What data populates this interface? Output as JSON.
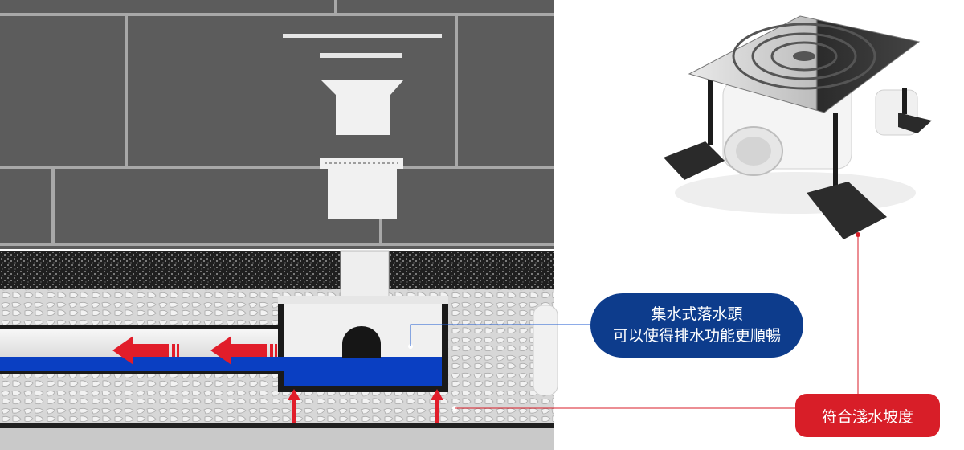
{
  "callouts": {
    "collector": {
      "line1": "集水式落水頭",
      "line2": "可以使得排水功能更順暢"
    },
    "slope": {
      "text": "符合淺水坡度"
    }
  },
  "colors": {
    "water": "#0a3fc2",
    "arrow": "#e11d2a",
    "callout_blue": "#0d3c8c",
    "callout_red": "#d81e28",
    "leader_blue": "#1d5ad0",
    "leader_red": "#d81e28"
  }
}
